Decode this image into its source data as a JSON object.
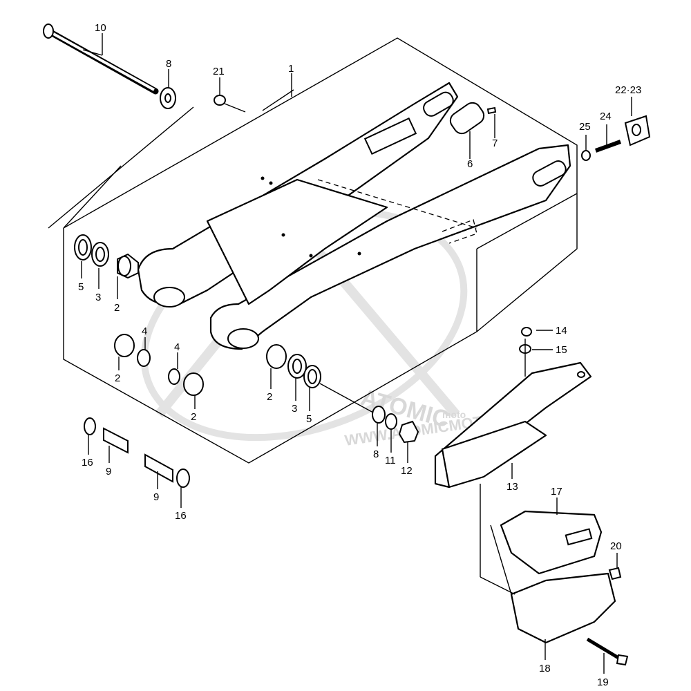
{
  "watermark": {
    "brand": "ATOMIC",
    "sub": "moto",
    "url": "WWW.ATOMICMOTO.FR",
    "color": "#d8d8d8"
  },
  "callouts": {
    "c1": "1",
    "c2a": "2",
    "c2b": "2",
    "c2c": "2",
    "c2d": "2",
    "c3a": "3",
    "c3b": "3",
    "c4a": "4",
    "c4b": "4",
    "c5a": "5",
    "c5b": "5",
    "c6": "6",
    "c7": "7",
    "c8a": "8",
    "c8b": "8",
    "c9a": "9",
    "c9b": "9",
    "c10": "10",
    "c11": "11",
    "c12": "12",
    "c13": "13",
    "c14": "14",
    "c15": "15",
    "c16a": "16",
    "c16b": "16",
    "c17": "17",
    "c18": "18",
    "c19": "19",
    "c20": "20",
    "c21": "21",
    "c22": "22·23",
    "c24": "24",
    "c25": "25"
  }
}
